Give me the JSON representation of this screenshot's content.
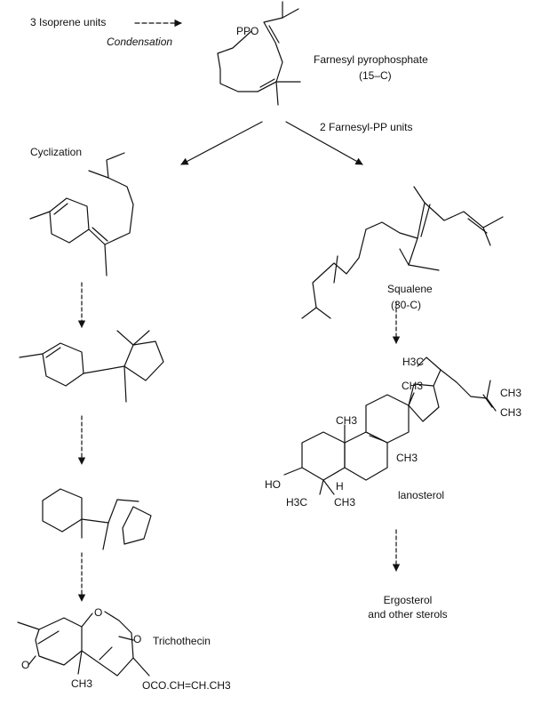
{
  "labels": {
    "isoprene": "3 Isoprene units",
    "condensation": "Condensation",
    "ppo": "PPO",
    "farnesyl_name": "Farnesyl pyrophosphate",
    "farnesyl_carbons": "(15–C)",
    "farnesyl_pp_units": "2 Farnesyl-PP units",
    "cyclization": "Cyclization",
    "squalene_name": "Squalene",
    "squalene_carbons": "(30-C)",
    "lanosterol": "lanosterol",
    "ergosterol_line1": "Ergosterol",
    "ergosterol_line2": "and other sterols",
    "trichothecin": "Trichothecin",
    "lano_h3c_top": "H3C",
    "lano_ch3_18": "CH3",
    "lano_ch3_right1": "CH3",
    "lano_ch3_right2": "CH3",
    "lano_ch3_19": "CH3",
    "lano_ch3_14": "CH3",
    "lano_ho": "HO",
    "lano_h": "H",
    "lano_h3c_bottom": "H3C",
    "lano_ch3_bottom": "CH3",
    "tricho_o_ring": "O",
    "tricho_ketone_o": "O",
    "tricho_epoxide_o": "O",
    "tricho_ch3": "CH3",
    "tricho_ester": "OCO.CH=CH.CH3"
  }
}
